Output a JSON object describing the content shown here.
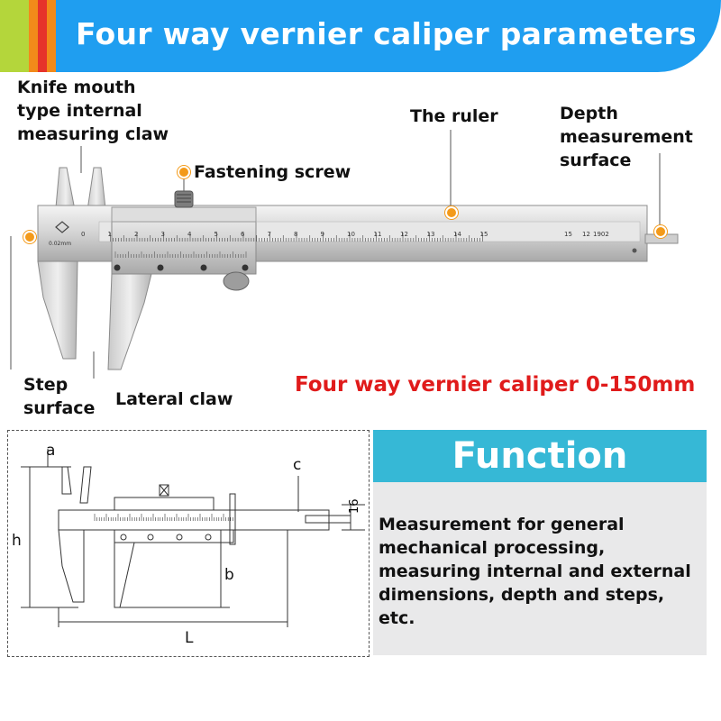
{
  "header": {
    "title": "Four way vernier caliper parameters",
    "stripe_colors": [
      "#b4d63b",
      "#f28a1a",
      "#e6332a",
      "#f28a1a"
    ],
    "band_color": "#1f9ef0"
  },
  "callouts": {
    "knife_mouth": "Knife mouth\ntype internal\nmeasuring claw",
    "fastening_screw": "Fastening screw",
    "ruler": "The ruler",
    "depth_surface": "Depth\nmeasurement\nsurface",
    "step_surface": "Step\nsurface",
    "lateral_claw": "Lateral claw",
    "dot_color": "#f39a1a"
  },
  "caliper": {
    "scale_numbers": [
      "0",
      "1",
      "2",
      "3",
      "4",
      "5",
      "6",
      "7",
      "8",
      "9",
      "10",
      "11",
      "12",
      "13",
      "14",
      "15"
    ],
    "precision": "0.02mm",
    "right_marks": [
      "15",
      "12",
      "1902"
    ]
  },
  "subtitle": "Four way vernier caliper 0-150mm",
  "diagram": {
    "label_a": "a",
    "label_c": "c",
    "label_h": "h",
    "label_b": "b",
    "label_L": "L",
    "label_16": "16"
  },
  "function": {
    "title": "Function",
    "text": "Measurement for general mechanical processing, measuring internal and external dimensions, depth and steps, etc.",
    "head_color": "#36b8d6"
  }
}
